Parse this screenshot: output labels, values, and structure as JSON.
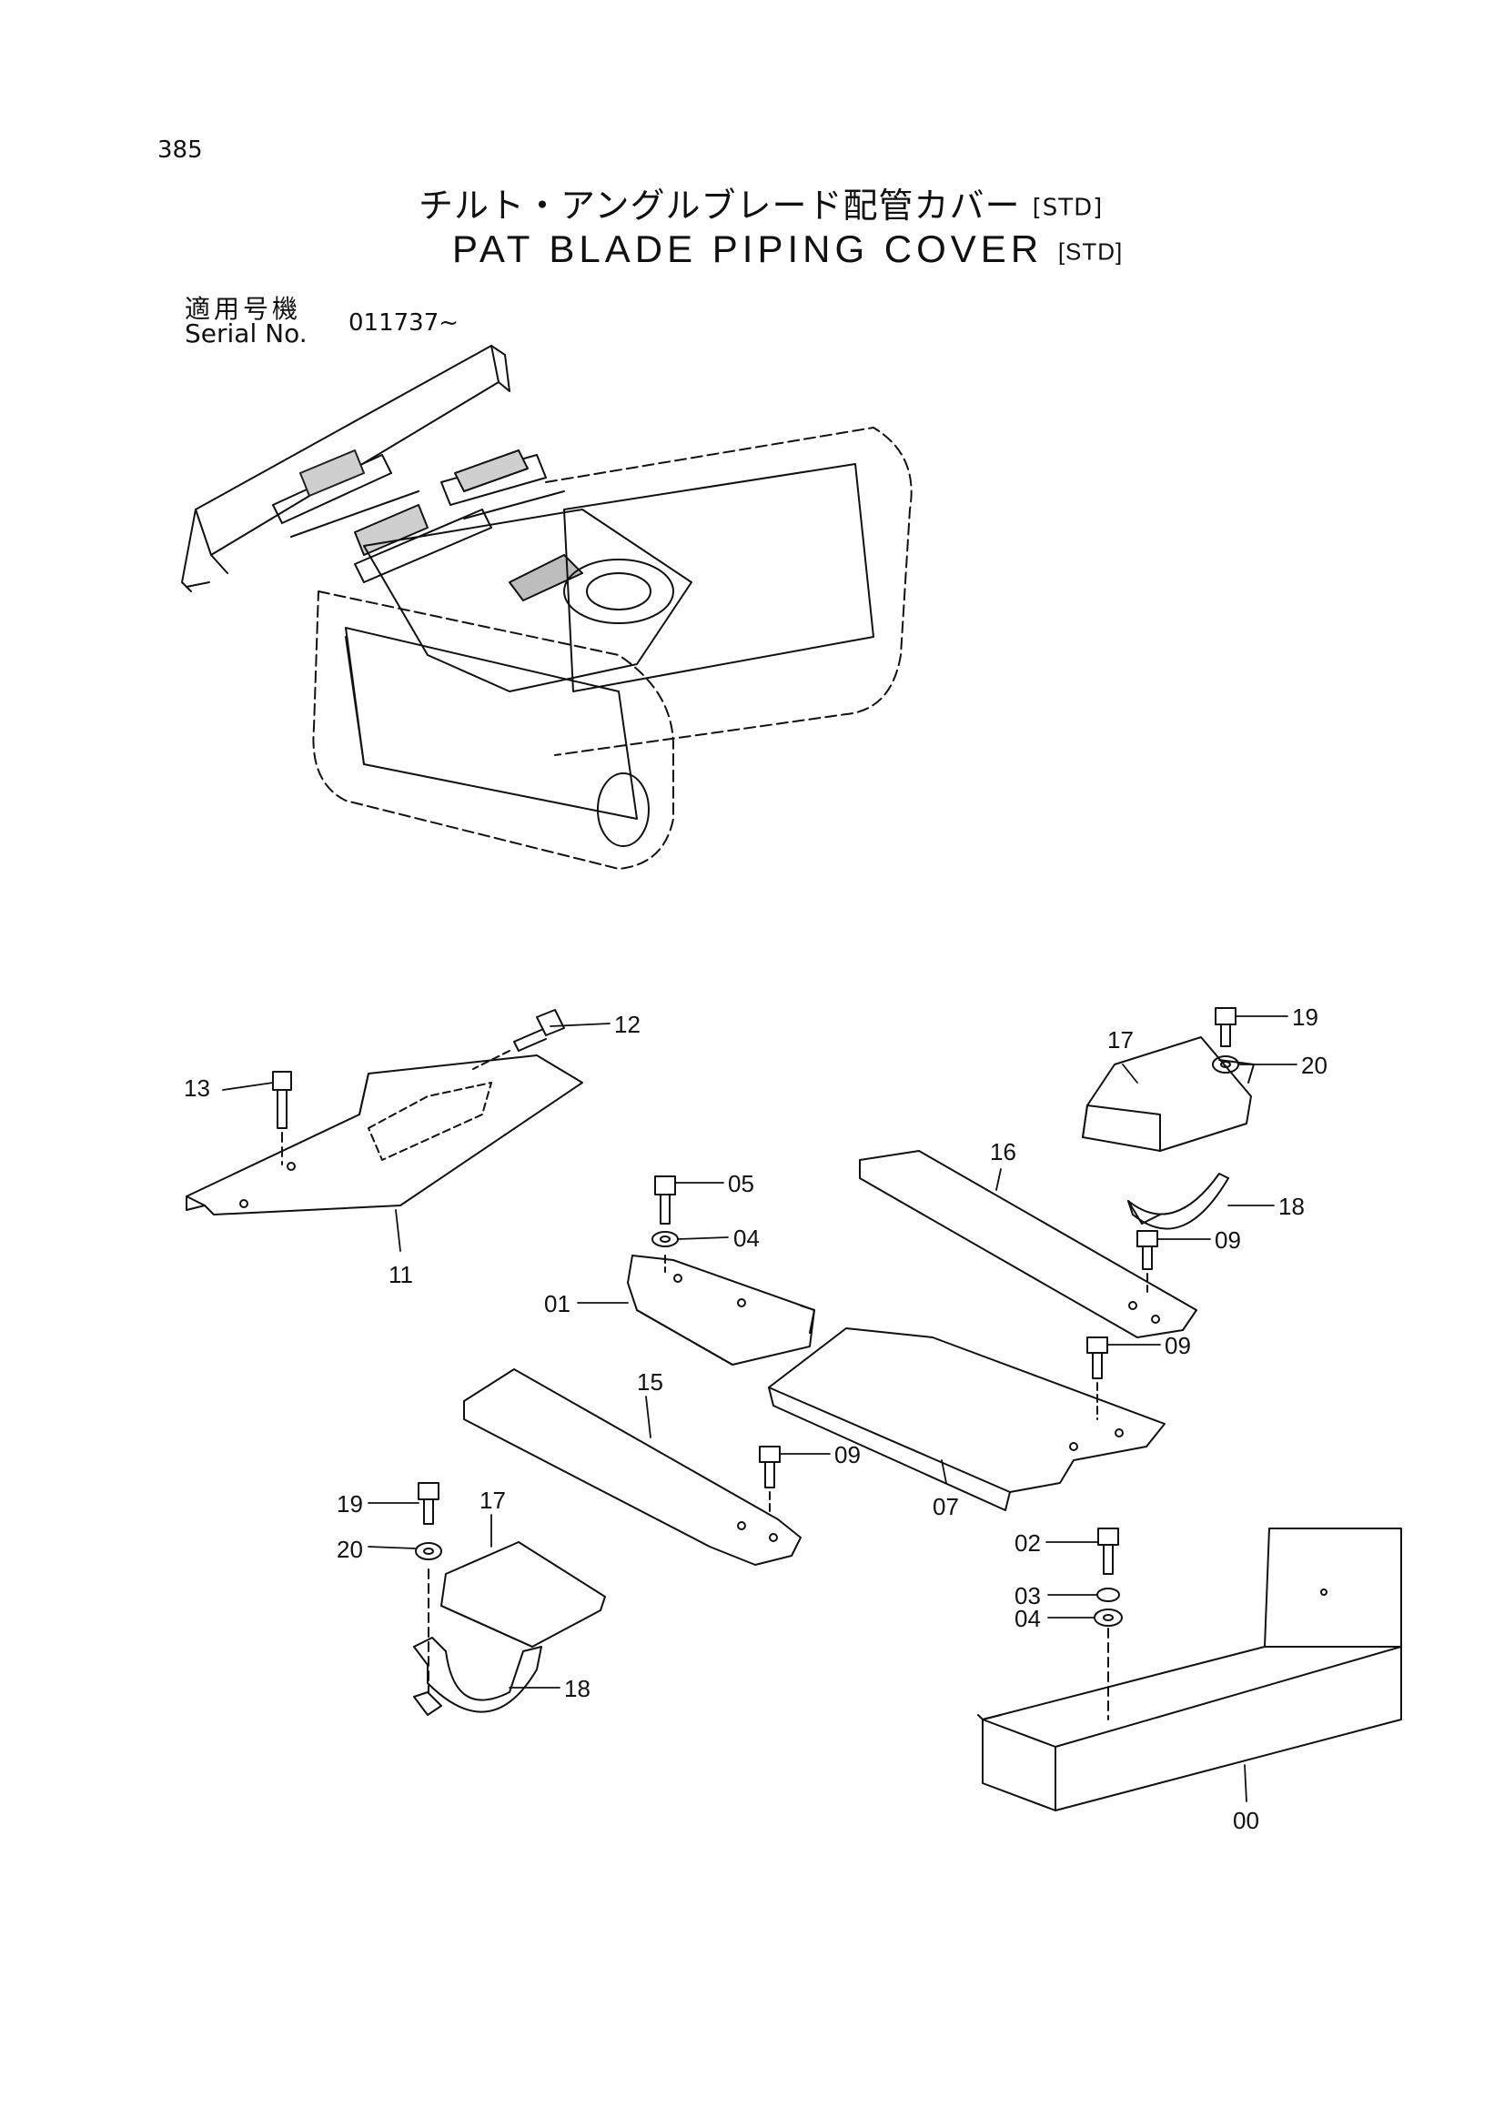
{
  "page": {
    "number": "385"
  },
  "title": {
    "japanese": "チルト・アングルブレード配管カバー",
    "english": "PAT BLADE PIPING COVER",
    "variant_tag": "[STD]"
  },
  "serial": {
    "label_japanese": "適用号機",
    "label_english": "Serial No.",
    "value": "011737~"
  },
  "callouts": {
    "c00": "00",
    "c01": "01",
    "c02": "02",
    "c03": "03",
    "c04a": "04",
    "c04b": "04",
    "c05": "05",
    "c07": "07",
    "c09a": "09",
    "c09b": "09",
    "c09c": "09",
    "c11": "11",
    "c12": "12",
    "c13": "13",
    "c15": "15",
    "c16": "16",
    "c17a": "17",
    "c17b": "17",
    "c18a": "18",
    "c18b": "18",
    "c19a": "19",
    "c19b": "19",
    "c20a": "20",
    "c20b": "20"
  }
}
